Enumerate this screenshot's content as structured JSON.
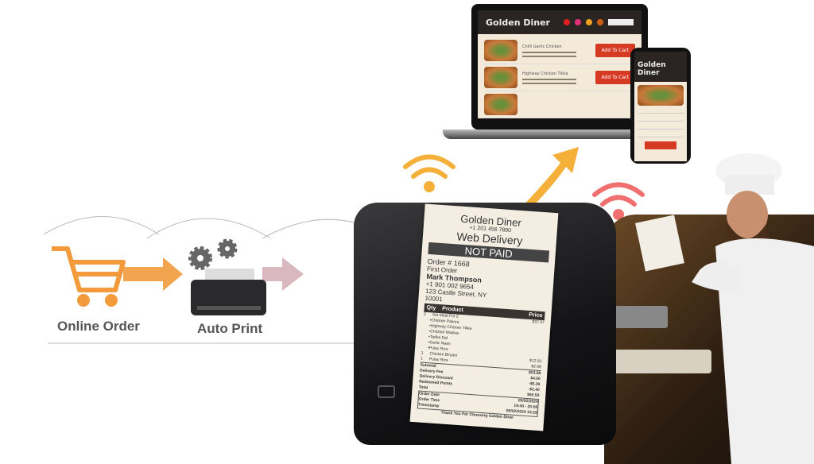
{
  "flow": {
    "step1_label": "Online Order",
    "step2_label": "Auto Print",
    "arrow1_color": "#f29a3c",
    "arrow2_color": "#d9b8c0"
  },
  "laptop": {
    "brand": "Golden Diner",
    "items": [
      {
        "name": "Chilli Garlic Chicken",
        "button": "Add To Cart"
      },
      {
        "name": "Highway Chicken Tikka",
        "button": "Add To Cart"
      }
    ]
  },
  "phone": {
    "brand": "Golden Diner"
  },
  "receipt": {
    "restaurant": "Golden Diner",
    "phone": "+1 201 456 7890",
    "type": "Web Delivery",
    "status": "NOT PAID",
    "order": "Order # 1668",
    "order_note": "First Order",
    "customer": "Mark Thompson",
    "customer_phone": "+1 901 002 9654",
    "address1": "123 Castle Street, NY",
    "address2": "10001",
    "headers": {
      "qty": "Qty",
      "product": "Product",
      "price": "Price"
    },
    "lines": [
      {
        "qty": "2",
        "product": "Set Meal For 2",
        "price": "$37.97"
      },
      {
        "qty": "",
        "product": "•Chicken Pakora",
        "price": ""
      },
      {
        "qty": "",
        "product": "•Highway Chicken Tikka",
        "price": ""
      },
      {
        "qty": "",
        "product": "•Chicken Madras",
        "price": ""
      },
      {
        "qty": "",
        "product": "•Tadka Dal",
        "price": ""
      },
      {
        "qty": "",
        "product": "•Garlic Naan",
        "price": ""
      },
      {
        "qty": "",
        "product": "•Pulav Rice",
        "price": ""
      },
      {
        "qty": "1",
        "product": "Chicken Biryani",
        "price": "$12.93"
      },
      {
        "qty": "1",
        "product": "Pulav Rice",
        "price": "$2.98"
      }
    ],
    "totals": [
      {
        "label": "Subtotal",
        "value": "$53.88"
      },
      {
        "label": "Delivery Fee",
        "value": "$4.50"
      },
      {
        "label": "Delivery Discount",
        "value": "-$5.39"
      },
      {
        "label": "Redeemed Points",
        "value": "-$2.40"
      },
      {
        "label": "Total",
        "value": "$50.59"
      }
    ],
    "meta": [
      {
        "label": "Order Date",
        "value": "05/02/2024"
      },
      {
        "label": "Order Time",
        "value": "19:40 - 20:00"
      },
      {
        "label": "Timestamp",
        "value": "05/02/2024 19:29"
      }
    ],
    "footer": "Thank You For Choosing Golden Diner"
  }
}
